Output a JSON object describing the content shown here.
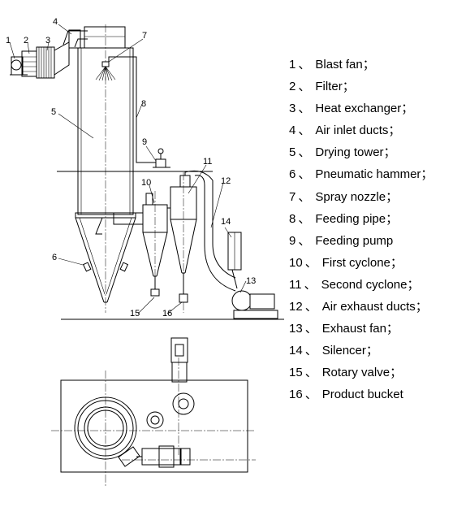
{
  "callouts": [
    "1",
    "2",
    "3",
    "4",
    "5",
    "6",
    "7",
    "8",
    "9",
    "10",
    "11",
    "12",
    "13",
    "14",
    "15",
    "16"
  ],
  "legend": [
    {
      "num": "1",
      "sep": "、",
      "text": "Blast fan；"
    },
    {
      "num": "2",
      "sep": "、",
      "text": "Filter；"
    },
    {
      "num": "3",
      "sep": "、",
      "text": "Heat exchanger；"
    },
    {
      "num": "4",
      "sep": "、",
      "text": "Air inlet ducts；"
    },
    {
      "num": "5",
      "sep": "、",
      "text": "Drying tower；"
    },
    {
      "num": "6",
      "sep": "、",
      "text": "Pneumatic hammer；"
    },
    {
      "num": "7",
      "sep": "、",
      "text": "Spray nozzle；"
    },
    {
      "num": "8",
      "sep": "、",
      "text": "Feeding pipe；"
    },
    {
      "num": "9",
      "sep": "、",
      "text": "Feeding pump"
    },
    {
      "num": "10",
      "sep": "、",
      "text": "First cyclone；"
    },
    {
      "num": "11",
      "sep": "、",
      "text": "Second cyclone；"
    },
    {
      "num": "12",
      "sep": "、",
      "text": "Air exhaust ducts；"
    },
    {
      "num": "13",
      "sep": "、",
      "text": "Exhaust fan；"
    },
    {
      "num": "14",
      "sep": "、",
      "text": "Silencer；"
    },
    {
      "num": "15",
      "sep": "、",
      "text": "Rotary valve；"
    },
    {
      "num": "16",
      "sep": "、",
      "text": "Product bucket"
    }
  ]
}
